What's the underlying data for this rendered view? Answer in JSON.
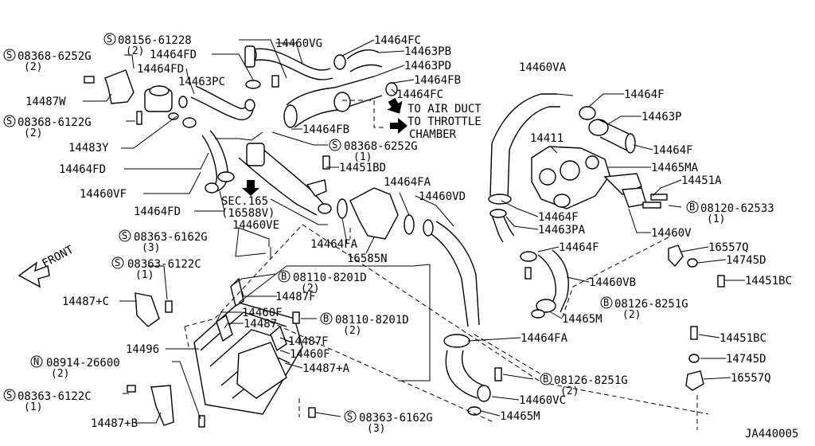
{
  "labels": {
    "p1": "14460VG",
    "p2": "14464FC",
    "p3": "14463PB",
    "p4": "14463PD",
    "p5": "14464FB",
    "p6": "14464FC",
    "p7": "14464FD",
    "p8": "14464FD",
    "p9": "14463PC",
    "p10": "14487W",
    "p11": "14483Y",
    "p12": "14464FD",
    "p13": "14460VF",
    "p14": "14464FD",
    "p15": "14464FB",
    "p16": "14451BD",
    "p17": "14464FA",
    "p18": "14460VD",
    "p19": "14460VE",
    "p20": "14464FA",
    "p21": "16585N",
    "p22": "14460VA",
    "p23": "14464F",
    "p24": "14463P",
    "p25": "14411",
    "p26": "14464F",
    "p27": "14465MA",
    "p28": "14451A",
    "p29": "14464F",
    "p30": "14463PA",
    "p31": "14460V",
    "p32": "14464F",
    "p33": "16557Q",
    "p34": "14745D",
    "p35": "14451BC",
    "p36": "14460VB",
    "p37": "14465M",
    "p38": "14464FA",
    "p39": "14487F",
    "p40": "14460F",
    "p41": "14487",
    "p42": "14487F",
    "p43": "14460F",
    "p44": "14487+A",
    "p45": "14487+C",
    "p46": "14496",
    "p47": "14487+B",
    "p48": "14460VC",
    "p49": "14465M",
    "p50": "14451BC",
    "p51": "14745D",
    "p52": "16557Q",
    "sec": "SEC.165",
    "sec_sub": "(16588V)",
    "air_duct": "TO AIR DUCT",
    "throttle": "TO THROTTLE",
    "chamber": "CHAMBER",
    "front": "FRONT",
    "code": "JA440005"
  },
  "callouts": [
    {
      "sym": "S",
      "num": "08156-61228",
      "qty": "(2)"
    },
    {
      "sym": "S",
      "num": "08368-6252G",
      "qty": "(2)"
    },
    {
      "sym": "S",
      "num": "08368-6122G",
      "qty": "(2)"
    },
    {
      "sym": "S",
      "num": "08368-6252G",
      "qty": "(1)"
    },
    {
      "sym": "S",
      "num": "08363-6162G",
      "qty": "(3)"
    },
    {
      "sym": "S",
      "num": "08363-6122C",
      "qty": "(1)"
    },
    {
      "sym": "B",
      "num": "08110-8201D",
      "qty": "(2)"
    },
    {
      "sym": "B",
      "num": "08110-8201D",
      "qty": "(2)"
    },
    {
      "sym": "N",
      "num": "08914-26600",
      "qty": "(2)"
    },
    {
      "sym": "S",
      "num": "08363-6122C",
      "qty": "(1)"
    },
    {
      "sym": "S",
      "num": "08363-6162G",
      "qty": "(3)"
    },
    {
      "sym": "B",
      "num": "08120-62533",
      "qty": "(1)"
    },
    {
      "sym": "B",
      "num": "08126-8251G",
      "qty": "(2)"
    },
    {
      "sym": "B",
      "num": "08126-8251G",
      "qty": "(2)"
    }
  ]
}
